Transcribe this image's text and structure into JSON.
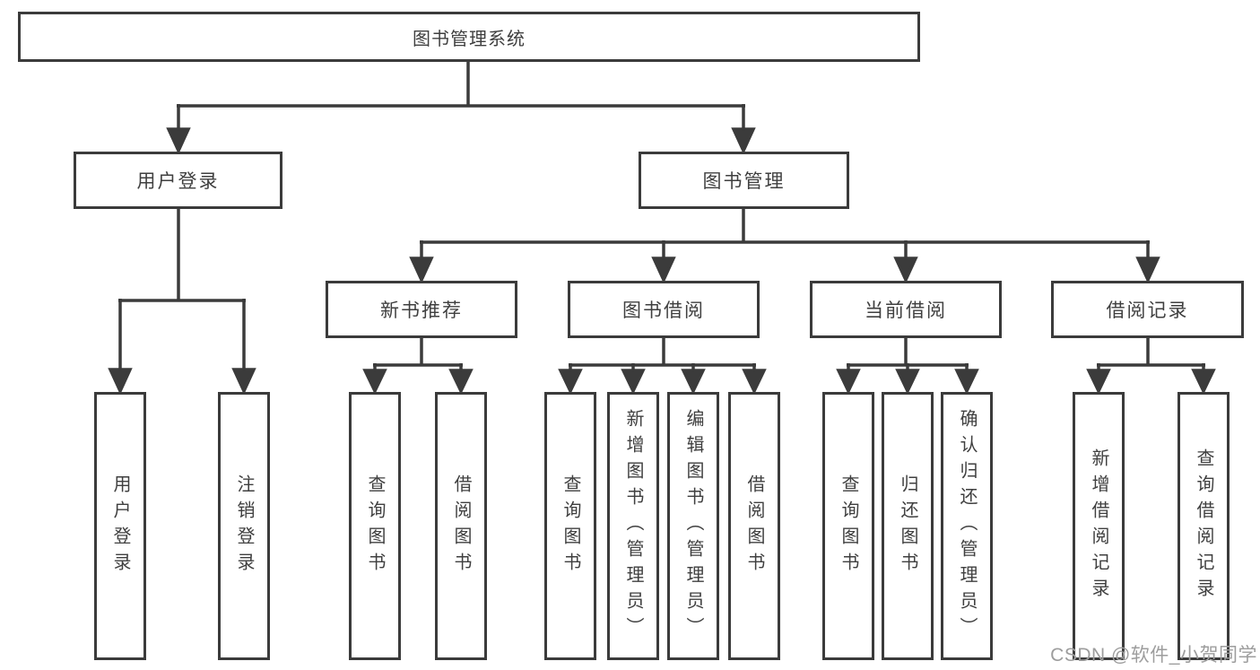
{
  "diagram_title": "图书管理系统",
  "watermark": "CSDN @软件_小贺同学",
  "colors": {
    "line": "#3b3b3b",
    "box_border": "#3b3b3b",
    "text": "#3f3f3f",
    "background": "#ffffff",
    "watermark": "#9d9d9d"
  },
  "tree": {
    "root": {
      "label": "图书管理系统"
    },
    "branches": [
      {
        "label": "用户登录",
        "children": [
          {
            "label": "用户登录"
          },
          {
            "label": "注销登录"
          }
        ]
      },
      {
        "label": "图书管理",
        "children": [
          {
            "label": "新书推荐",
            "children": [
              {
                "label": "查询图书"
              },
              {
                "label": "借阅图书"
              }
            ]
          },
          {
            "label": "图书借阅",
            "children": [
              {
                "label": "查询图书"
              },
              {
                "label": "新增图书（管理员）"
              },
              {
                "label": "编辑图书（管理员）"
              },
              {
                "label": "借阅图书"
              }
            ]
          },
          {
            "label": "当前借阅",
            "children": [
              {
                "label": "查询图书"
              },
              {
                "label": "归还图书"
              },
              {
                "label": "确认归还（管理员）"
              }
            ]
          },
          {
            "label": "借阅记录",
            "children": [
              {
                "label": "新增借阅记录"
              },
              {
                "label": "查询借阅记录"
              }
            ]
          }
        ]
      }
    ]
  }
}
